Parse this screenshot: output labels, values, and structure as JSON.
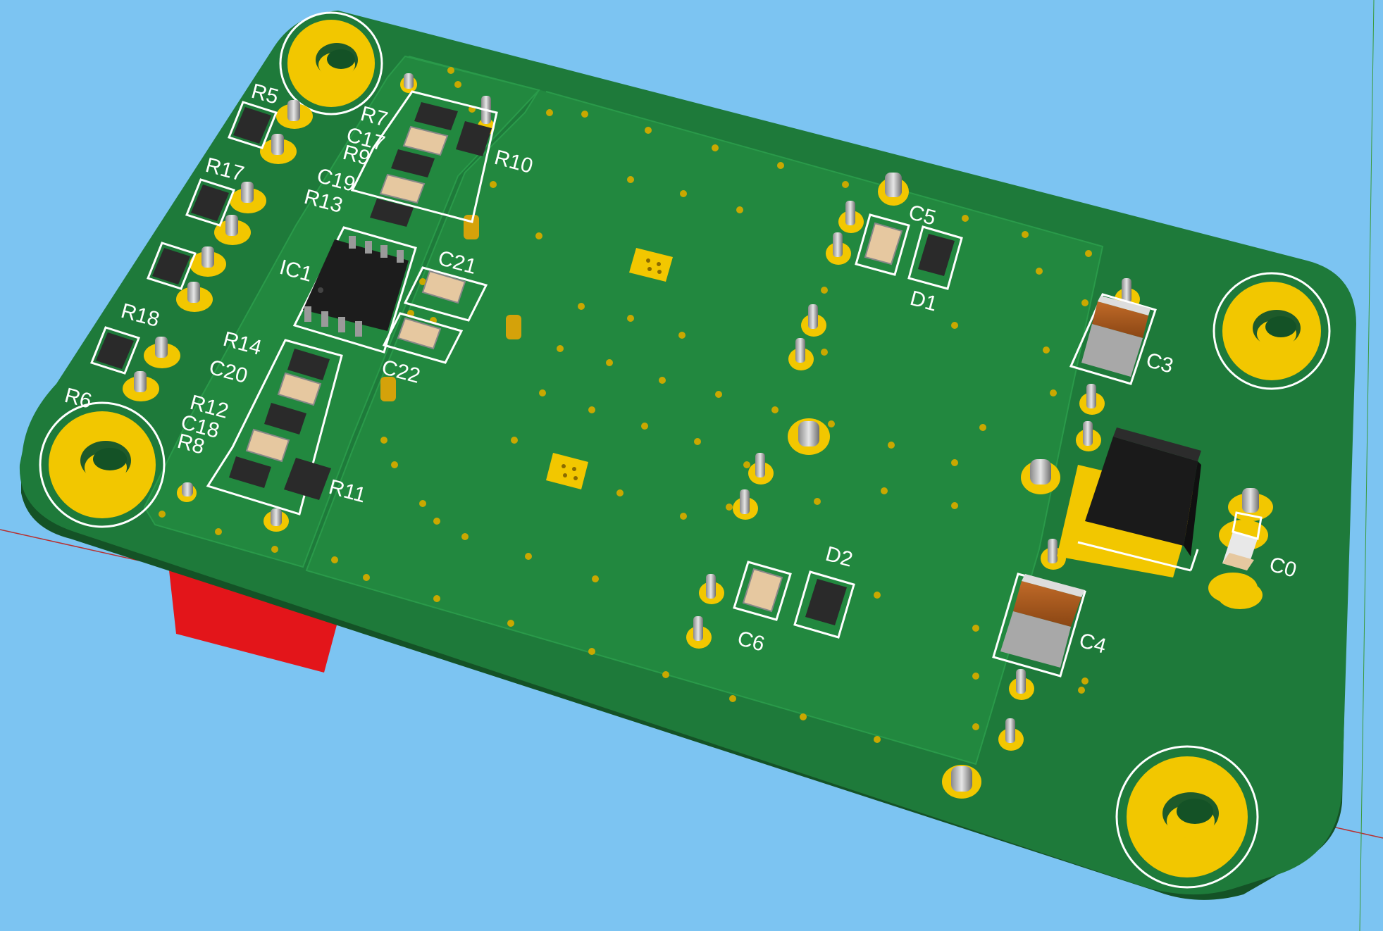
{
  "viewer": {
    "background": "#7cc4f2",
    "board_color": "#1e7a3a",
    "board_edge_color": "#145226",
    "pad_color": "#f2c700",
    "silk_color": "#ffffff",
    "connector_color": "#e3151a"
  },
  "board": {
    "ic_label": "IC1",
    "labels": {
      "r5": "R5",
      "r17": "R17",
      "r18": "R18",
      "r6": "R6",
      "r7": "R7",
      "c17": "C17",
      "r9": "R9",
      "c19": "C19",
      "r13": "R13",
      "r10": "R10",
      "c21": "C21",
      "c22": "C22",
      "r14": "R14",
      "c20": "C20",
      "r12": "R12",
      "c18": "C18",
      "r8": "R8",
      "r11": "R11",
      "c5": "C5",
      "d1": "D1",
      "c3": "C3",
      "c0": "C0",
      "c4": "C4",
      "d2": "D2",
      "c6": "C6"
    }
  }
}
